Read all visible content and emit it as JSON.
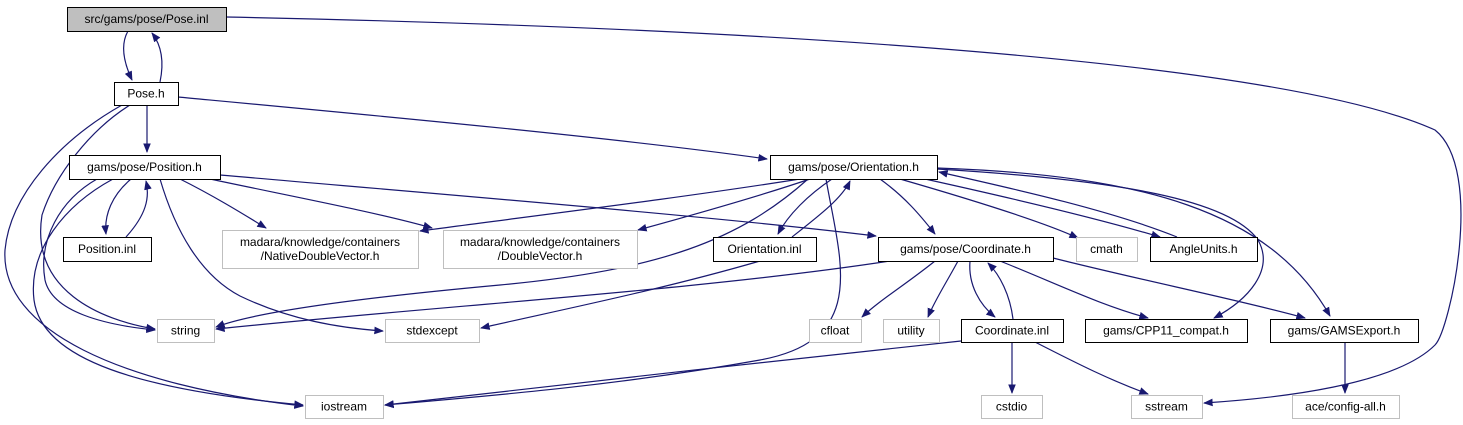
{
  "colors": {
    "edge": "#191970",
    "node_fill": "#ffffff",
    "node_border": "#000000",
    "external_border": "#bfbfbf",
    "root_fill": "#bfbfbf",
    "text": "#000000"
  },
  "nodes": [
    {
      "id": "pose_inl",
      "label": "src/gams/pose/Pose.inl",
      "kind": "root"
    },
    {
      "id": "pose_h",
      "label": "Pose.h",
      "kind": "local"
    },
    {
      "id": "position_h",
      "label": "gams/pose/Position.h",
      "kind": "local"
    },
    {
      "id": "orientation_h",
      "label": "gams/pose/Orientation.h",
      "kind": "local"
    },
    {
      "id": "position_inl",
      "label": "Position.inl",
      "kind": "local"
    },
    {
      "id": "native_dv",
      "label": "madara/knowledge/containers\n/NativeDoubleVector.h",
      "kind": "external"
    },
    {
      "id": "double_vector",
      "label": "madara/knowledge/containers\n/DoubleVector.h",
      "kind": "external"
    },
    {
      "id": "orientation_inl",
      "label": "Orientation.inl",
      "kind": "local"
    },
    {
      "id": "coordinate_h",
      "label": "gams/pose/Coordinate.h",
      "kind": "local"
    },
    {
      "id": "cmath",
      "label": "cmath",
      "kind": "external"
    },
    {
      "id": "angleunits_h",
      "label": "AngleUnits.h",
      "kind": "local"
    },
    {
      "id": "string",
      "label": "string",
      "kind": "external"
    },
    {
      "id": "stdexcept",
      "label": "stdexcept",
      "kind": "external"
    },
    {
      "id": "cfloat",
      "label": "cfloat",
      "kind": "external"
    },
    {
      "id": "utility",
      "label": "utility",
      "kind": "external"
    },
    {
      "id": "coordinate_inl",
      "label": "Coordinate.inl",
      "kind": "local"
    },
    {
      "id": "cpp11_compat",
      "label": "gams/CPP11_compat.h",
      "kind": "local"
    },
    {
      "id": "gamsexport",
      "label": "gams/GAMSExport.h",
      "kind": "local"
    },
    {
      "id": "iostream",
      "label": "iostream",
      "kind": "external"
    },
    {
      "id": "cstdio",
      "label": "cstdio",
      "kind": "external"
    },
    {
      "id": "sstream",
      "label": "sstream",
      "kind": "external"
    },
    {
      "id": "ace_config",
      "label": "ace/config-all.h",
      "kind": "external"
    }
  ],
  "edges": [
    {
      "from": "pose_inl",
      "to": "pose_h"
    },
    {
      "from": "pose_h",
      "to": "pose_inl"
    },
    {
      "from": "pose_inl",
      "to": "sstream"
    },
    {
      "from": "pose_h",
      "to": "position_h"
    },
    {
      "from": "pose_h",
      "to": "orientation_h"
    },
    {
      "from": "pose_h",
      "to": "string"
    },
    {
      "from": "pose_h",
      "to": "iostream"
    },
    {
      "from": "position_h",
      "to": "position_inl"
    },
    {
      "from": "position_inl",
      "to": "position_h"
    },
    {
      "from": "position_h",
      "to": "native_dv"
    },
    {
      "from": "position_h",
      "to": "double_vector"
    },
    {
      "from": "position_h",
      "to": "coordinate_h"
    },
    {
      "from": "position_h",
      "to": "string"
    },
    {
      "from": "position_h",
      "to": "stdexcept"
    },
    {
      "from": "position_h",
      "to": "iostream"
    },
    {
      "from": "orientation_h",
      "to": "native_dv"
    },
    {
      "from": "orientation_h",
      "to": "double_vector"
    },
    {
      "from": "orientation_h",
      "to": "orientation_inl"
    },
    {
      "from": "orientation_inl",
      "to": "orientation_h"
    },
    {
      "from": "orientation_h",
      "to": "coordinate_h"
    },
    {
      "from": "orientation_h",
      "to": "cmath"
    },
    {
      "from": "orientation_h",
      "to": "angleunits_h"
    },
    {
      "from": "angleunits_h",
      "to": "orientation_h"
    },
    {
      "from": "orientation_h",
      "to": "cpp11_compat"
    },
    {
      "from": "orientation_h",
      "to": "gamsexport"
    },
    {
      "from": "orientation_h",
      "to": "string"
    },
    {
      "from": "orientation_h",
      "to": "iostream"
    },
    {
      "from": "orientation_inl",
      "to": "stdexcept"
    },
    {
      "from": "coordinate_h",
      "to": "string"
    },
    {
      "from": "coordinate_h",
      "to": "cfloat"
    },
    {
      "from": "coordinate_h",
      "to": "utility"
    },
    {
      "from": "coordinate_h",
      "to": "coordinate_inl"
    },
    {
      "from": "coordinate_inl",
      "to": "coordinate_h"
    },
    {
      "from": "coordinate_h",
      "to": "cpp11_compat"
    },
    {
      "from": "coordinate_h",
      "to": "gamsexport"
    },
    {
      "from": "coordinate_inl",
      "to": "iostream"
    },
    {
      "from": "coordinate_inl",
      "to": "cstdio"
    },
    {
      "from": "coordinate_inl",
      "to": "sstream"
    },
    {
      "from": "gamsexport",
      "to": "ace_config"
    }
  ]
}
